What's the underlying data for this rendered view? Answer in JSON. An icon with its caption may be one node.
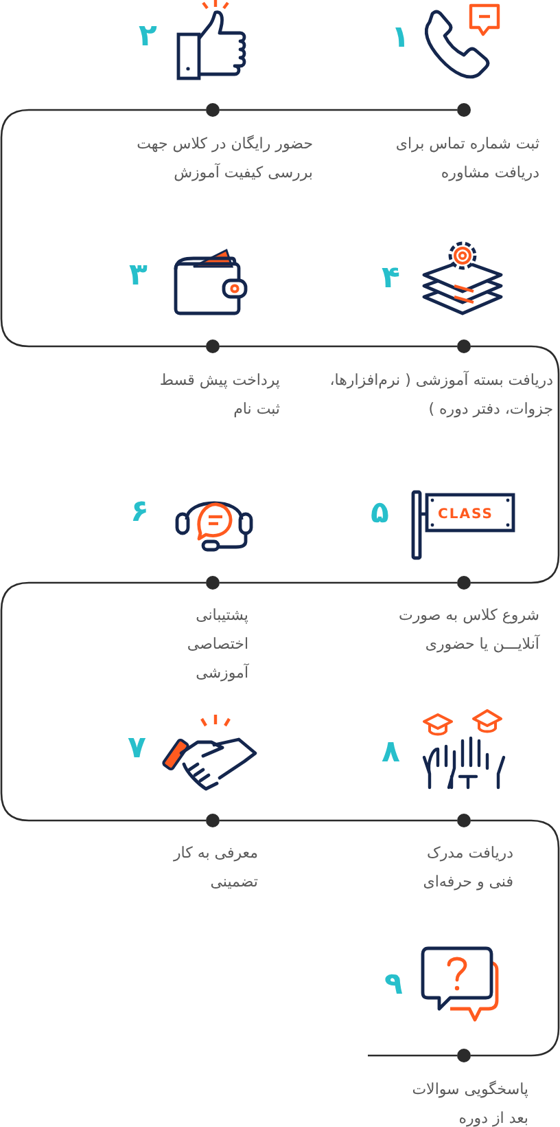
{
  "diagram": {
    "nodes": [
      {
        "text": [],
        "shape": "circle",
        "beside": [
          "۱",
          "ثبت شماره تماس برای دریافت مشاوره"
        ]
      },
      {
        "text": [],
        "shape": "circle",
        "beside": [
          "۲",
          "حضور رایگان در کلاس جهت بررسی کیفیت آموزش"
        ]
      },
      {
        "text": [],
        "shape": "circle",
        "beside": [
          "۳",
          "پرداخت پیش قسط ثبت نام"
        ]
      },
      {
        "text": [],
        "shape": "circle",
        "beside": [
          "۴",
          "دریافت بسته آموزشی ( نرم‌افزارها، جزوات، دفتر دوره )"
        ]
      },
      {
        "text": [],
        "shape": "circle",
        "beside": [
          "۵",
          "شروع کلاس به صورت آنلایـــن یا حضوری"
        ]
      },
      {
        "text": [],
        "shape": "circle",
        "beside": [
          "۶",
          "پشتیبانی اختصاصی آموزشی"
        ]
      },
      {
        "text": [],
        "shape": "circle",
        "beside": [
          "۷",
          "معرفی به کار تضمینی"
        ]
      },
      {
        "text": [],
        "shape": "circle",
        "beside": [
          "۸",
          "دریافت مدرک فنی و حرفه‌ای"
        ]
      },
      {
        "text": [],
        "shape": "circle",
        "beside": [
          "۹",
          "پاسخگویی سوالات بعد از دوره"
        ]
      }
    ],
    "edges": [
      {
        "from": 0,
        "to": 1,
        "arrow": "none"
      },
      {
        "from": 1,
        "to": 2,
        "arrow": "none"
      },
      {
        "from": 2,
        "to": 3,
        "arrow": "none"
      },
      {
        "from": 3,
        "to": 4,
        "arrow": "none"
      },
      {
        "from": 4,
        "to": 5,
        "arrow": "none"
      },
      {
        "from": 5,
        "to": 6,
        "arrow": "none"
      },
      {
        "from": 6,
        "to": 7,
        "arrow": "none"
      },
      {
        "from": 7,
        "to": 8,
        "arrow": "none"
      },
      {
        "from": 8,
        "to": null,
        "arrow": "none"
      }
    ],
    "labels": [
      "CLASS"
    ]
  }
}
